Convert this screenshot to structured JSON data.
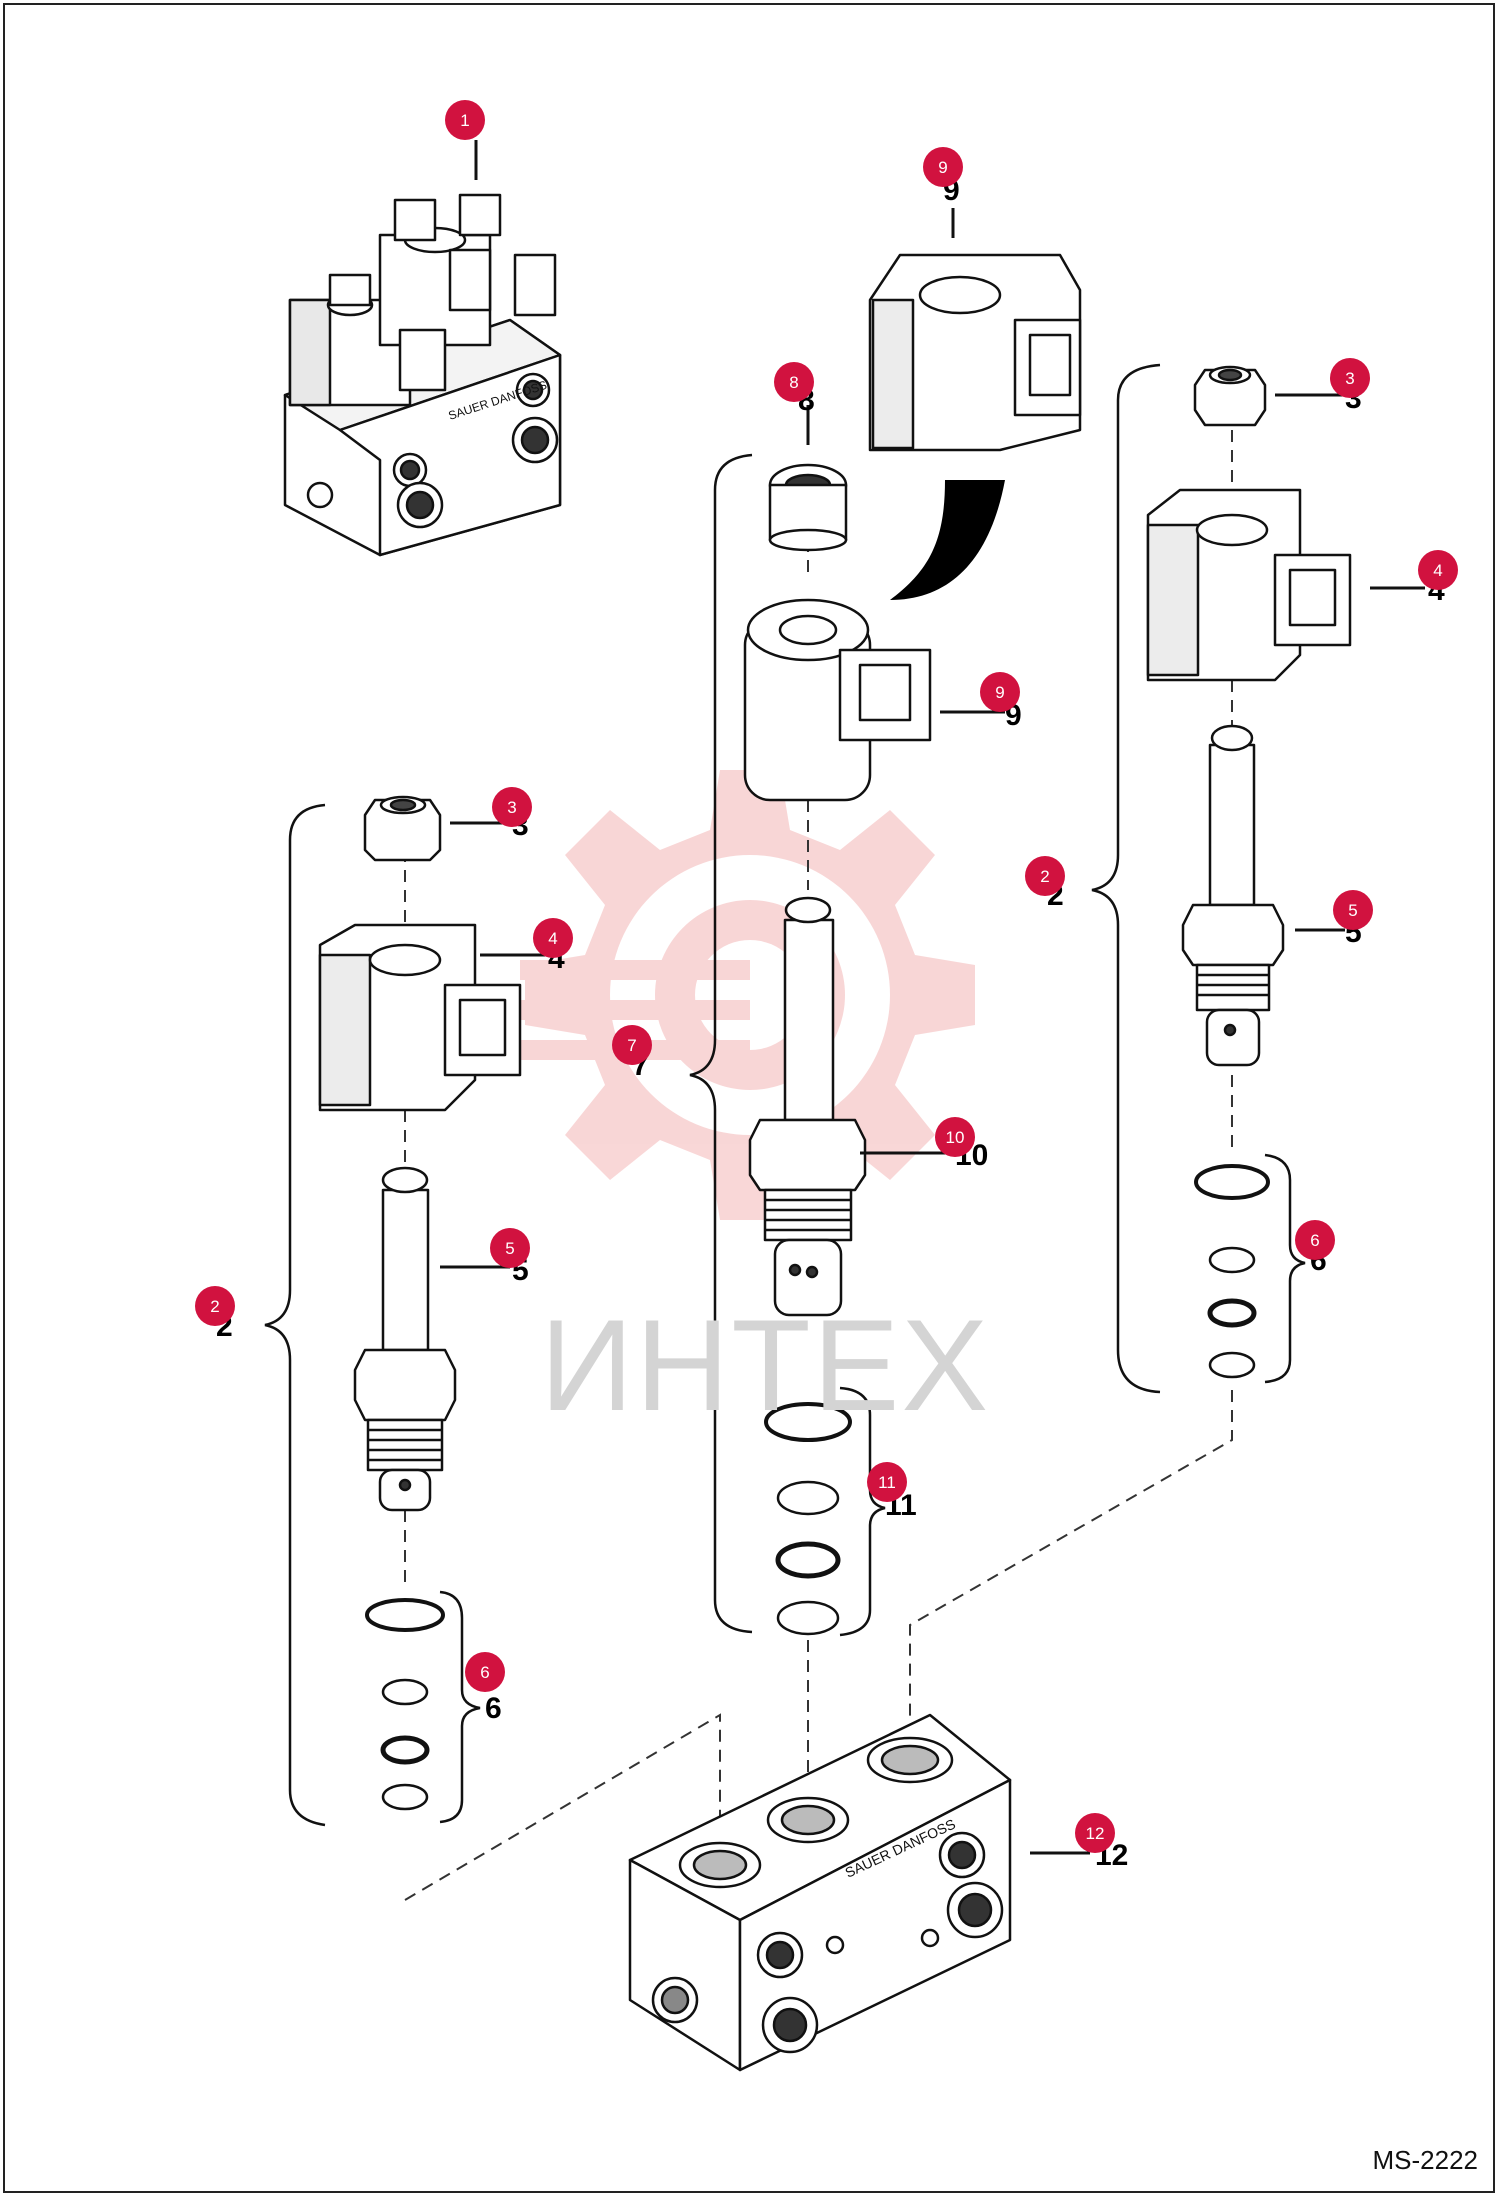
{
  "diagram": {
    "code": "MS-2222",
    "watermark_text": "ИНТЕХ",
    "accent_color": "#d1123f",
    "watermark_color": "#f4b6b6",
    "callouts": [
      {
        "id": "1",
        "label": ""
      },
      {
        "id": "9",
        "label": "9"
      },
      {
        "id": "8",
        "label": "8"
      },
      {
        "id": "3",
        "label": "3"
      },
      {
        "id": "4",
        "label": "4"
      },
      {
        "id": "9",
        "label": "9"
      },
      {
        "id": "2",
        "label": "2"
      },
      {
        "id": "5",
        "label": "5"
      },
      {
        "id": "3",
        "label": "3"
      },
      {
        "id": "4",
        "label": "4"
      },
      {
        "id": "7",
        "label": "7"
      },
      {
        "id": "10",
        "label": "10"
      },
      {
        "id": "6",
        "label": "6"
      },
      {
        "id": "5",
        "label": "5"
      },
      {
        "id": "2",
        "label": "2"
      },
      {
        "id": "11",
        "label": "11"
      },
      {
        "id": "6",
        "label": "6"
      },
      {
        "id": "12",
        "label": "12"
      }
    ]
  }
}
